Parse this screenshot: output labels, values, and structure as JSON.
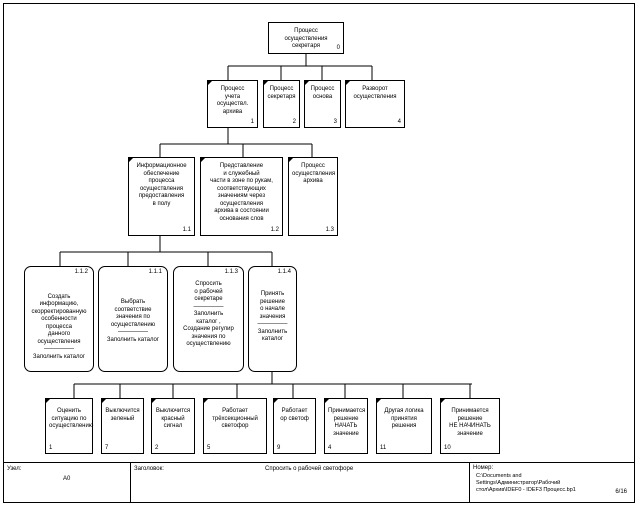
{
  "boxes": {
    "root": {
      "label": "Процесс осуществления\nсекретаря",
      "number": "0"
    },
    "l1_1": {
      "label": "Процесс\nучета\nосуществл.\nархива",
      "number": "1"
    },
    "l1_2": {
      "label": "Процесс\nсекретаря",
      "number": "2"
    },
    "l1_3": {
      "label": "Процесс\nоснова",
      "number": "3"
    },
    "l1_4": {
      "label": "Разворот\nосуществления",
      "number": "4"
    },
    "l2_1": {
      "label": "Информационное\nобеспечение\nпроцесса\nосуществления\nпредоставления\nв полу",
      "number": "1.1"
    },
    "l2_2": {
      "label": "Представление\nи служебный\nчасти в зоне по рукам,\nсоответствующих\nзначениям через\nосуществления\nархива в состоянии\nоснования слов",
      "number": "1.2"
    },
    "l2_3": {
      "label": "Процесс\nосуществления\nархива",
      "number": "1.3"
    },
    "l3_1": {
      "label": "Создать\nинформацию,\nскорректированную\nособенности\nпроцесса\nданного\nосуществления\n—————\nЗаполнить каталог",
      "number": "1.1.2"
    },
    "l3_2": {
      "label": "Выбрать\nсоответствие\nзначения по\nосуществлению\n—————\nЗаполнить каталог",
      "number": "1.1.1"
    },
    "l3_3": {
      "label": "Спросить\nо рабочей\nсекретаре\n—————\nЗаполнить\nкаталог ,\nСоздание регулир\nзначения по\nосуществлению",
      "number": "1.1.3"
    },
    "l3_4": {
      "label": "Принять\nрешение\nо начале\nзначения\n—————\nЗаполнить\nкаталог",
      "number": "1.1.4"
    },
    "l4_1": {
      "label": "Оценить\nситуацию по\nосуществлению",
      "number": "1"
    },
    "l4_2": {
      "label": "Выключится\nзеленый",
      "number": "7"
    },
    "l4_3": {
      "label": "Выключится\nкрасный\nсигнал",
      "number": "2"
    },
    "l4_4": {
      "label": "Работает\nтрёхсекционный\nсветофор",
      "number": "5"
    },
    "l4_5": {
      "label": "Работает\nор светоф",
      "number": "9"
    },
    "l4_6": {
      "label": "Принимается\nрешение\nНАЧАТЬ\nзначение",
      "number": "4"
    },
    "l4_7": {
      "label": "Другая логика\nпринятия\nрешения",
      "number": "11"
    },
    "l4_8": {
      "label": "Принимается\nрешение\nНЕ НАЧИНАТЬ\nзначение",
      "number": "10"
    }
  },
  "footer": {
    "node_label": "Узел:",
    "node_value": "A0",
    "title_label": "Заголовок:",
    "title_value": "Спросить о рабочей светофоре",
    "number_label": "Номер:",
    "number_value": "C:\\Documents and\nSettings\\Администратор\\Рабочий\nстол\\Архив\\IDEF0 - IDEF3 Процесс.bp1",
    "page_value": "6/16"
  }
}
